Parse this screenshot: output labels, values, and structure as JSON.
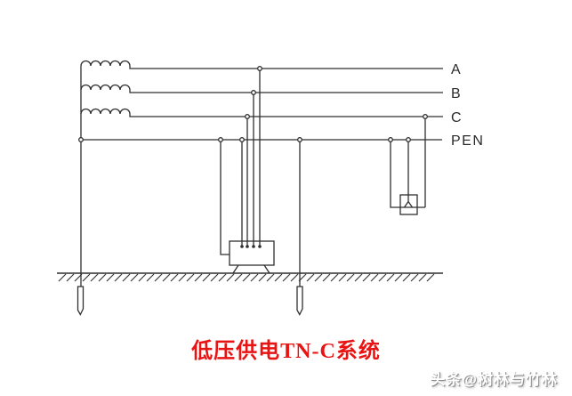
{
  "figure": {
    "title": {
      "text": "低压供电TN-C系统",
      "color": "#e81414"
    },
    "watermark": {
      "text": "头条@树林与竹林"
    },
    "conductors": {
      "a": "A",
      "b": "B",
      "c": "C",
      "pen": "PEN"
    },
    "colors": {
      "line": "#2f2f2f",
      "label": "#2a2a2a",
      "background": "#ffffff"
    },
    "components": [
      "three-phase-transformer-winding",
      "phase-line-a",
      "phase-line-b",
      "phase-line-c",
      "pen-line",
      "three-phase-load",
      "single-phase-appliance",
      "ground-surface-hatch",
      "earth-electrode-left",
      "earth-electrode-right",
      "junction-node"
    ]
  }
}
